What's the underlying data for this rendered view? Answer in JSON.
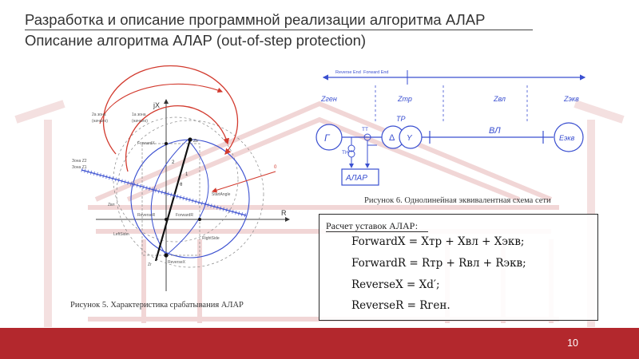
{
  "slide": {
    "title": "Разработка и описание программной реализации алгоритма АЛАР",
    "subtitle": "Описание алгоритма АЛАР (out-of-step protection)",
    "page_number": "10",
    "colors": {
      "accent": "#b3282d",
      "diagram_blue": "#3a4fd0",
      "trajectory_red": "#d23a2e"
    }
  },
  "figure5": {
    "caption": "Рисунок 5. Характеристика срабатывания АЛАР",
    "axis_x": "R",
    "axis_y": "jX",
    "labels": {
      "zone2_top": "2а зона",
      "zone2_bottom": "(начало)",
      "zone1_top": "1а зона",
      "zone1_bottom": "(начало)",
      "zone_z2": "Зона Z2",
      "zone_z1": "Зона Z1",
      "forwardx": "ForwardX",
      "reverser": "ReverseR",
      "forwardr": "ForwardR",
      "reversex": "ReverseX",
      "start_angle": "StartAngle",
      "left_side": "LeftSide",
      "right_side": "RightSide",
      "theta": "θ",
      "zb": "Zb",
      "zc": "Zc",
      "z_point": "Z",
      "num_2": "2",
      "num_1": "1",
      "num_0": "0",
      "zbl": "Zвл",
      "zgen": "Zг"
    }
  },
  "figure6": {
    "caption": "Рисунок 6. Однолинейная эквивалентная схема сети",
    "arrow_left": "Reverse End",
    "arrow_right": "Forward End",
    "impedances": [
      "Zген",
      "Zтр",
      "Zвл",
      "Zэкв"
    ],
    "generator": "Г",
    "ct": "ТТ",
    "vt": "ТН",
    "transformer": "ТР",
    "tr_left": "Δ",
    "tr_right": "Y",
    "line": "ВЛ",
    "source": "Eэкв",
    "relay": "АЛАР"
  },
  "calc": {
    "title": "Расчет уставок АЛАР:",
    "formulas": [
      "ForwardX = Xтр + Xвл + Xэкв;",
      "ForwardR = Rтр + Rвл + Rэкв;",
      "ReverseX = Xd′;",
      "ReverseR = Rген."
    ]
  }
}
